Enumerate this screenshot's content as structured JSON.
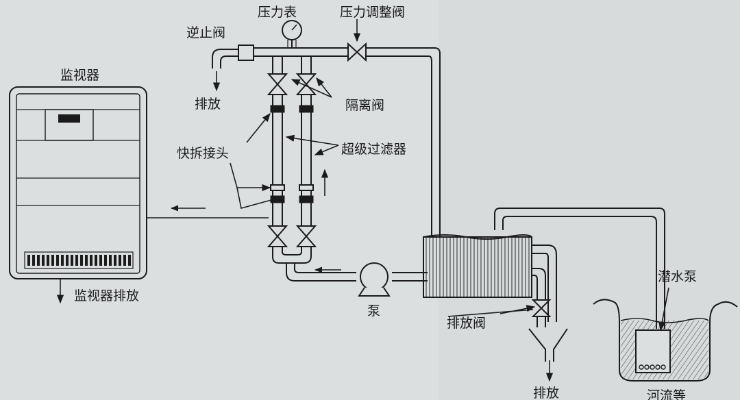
{
  "labels": {
    "monitor": "监视器",
    "monitor_drain": "监视器排放",
    "check_valve": "逆止阀",
    "discharge_left": "排放",
    "pressure_gauge": "压力表",
    "pressure_regulator": "压力调整阀",
    "isolation_valve": "隔离阀",
    "ultra_filter": "超级过滤器",
    "quick_coupling": "快拆接头",
    "pump": "泵",
    "drain_valve": "排放阀",
    "discharge_bottom": "排放",
    "submersible_pump": "潜水泵",
    "river": "河流等"
  },
  "colors": {
    "line": "#1b1b1b",
    "paper": "#dcdfe0",
    "water_fill": "#9fa3a4"
  }
}
